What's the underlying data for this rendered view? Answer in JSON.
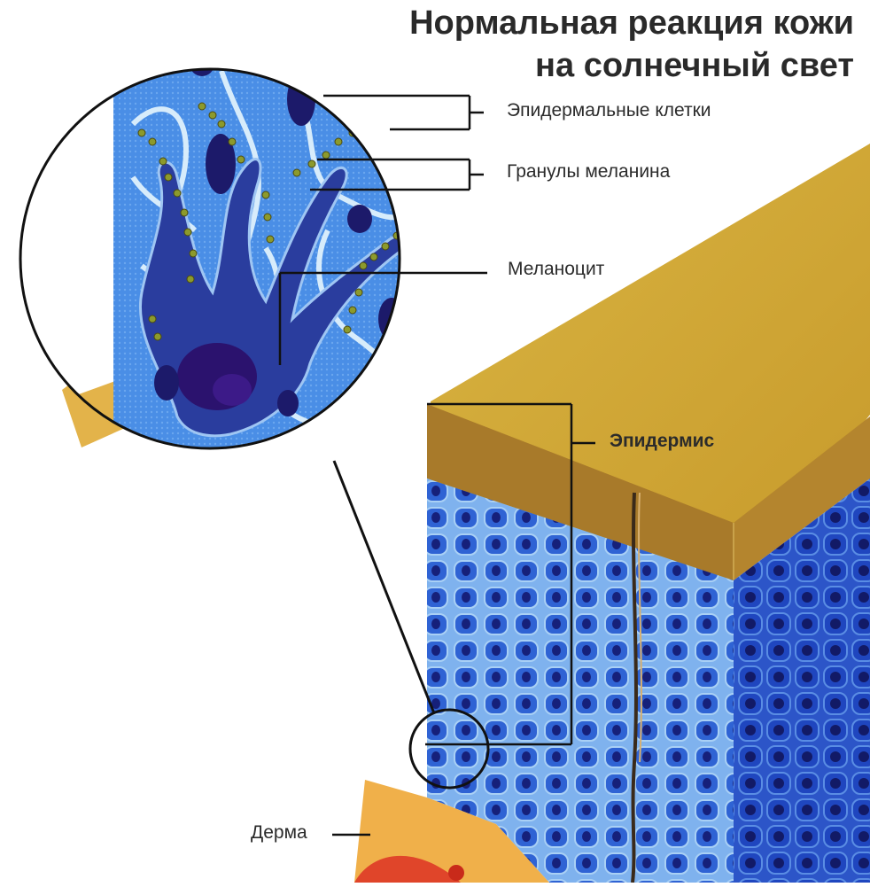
{
  "title": {
    "line1": "Нормальная реакция кожи",
    "line2": "на солнечный свет"
  },
  "labels": {
    "epidermal_cells": "Эпидермальные клетки",
    "melanin_granules": "Гранулы меланина",
    "melanocyte": "Меланоцит",
    "epidermis": "Эпидермис",
    "dermis": "Дерма"
  },
  "colors": {
    "stratum_corneum": "#c9a632",
    "stratum_corneum_dark": "#9a6f1e",
    "cell_blue": "#3c6fd8",
    "cell_blue_light": "#7db1ec",
    "nucleus": "#1c237a",
    "melanocyte": "#2a3d9e",
    "melanin": "#7a8a2a",
    "dermis": "#f0b04a",
    "dermis_red": "#e0452a",
    "outline": "#111111"
  }
}
